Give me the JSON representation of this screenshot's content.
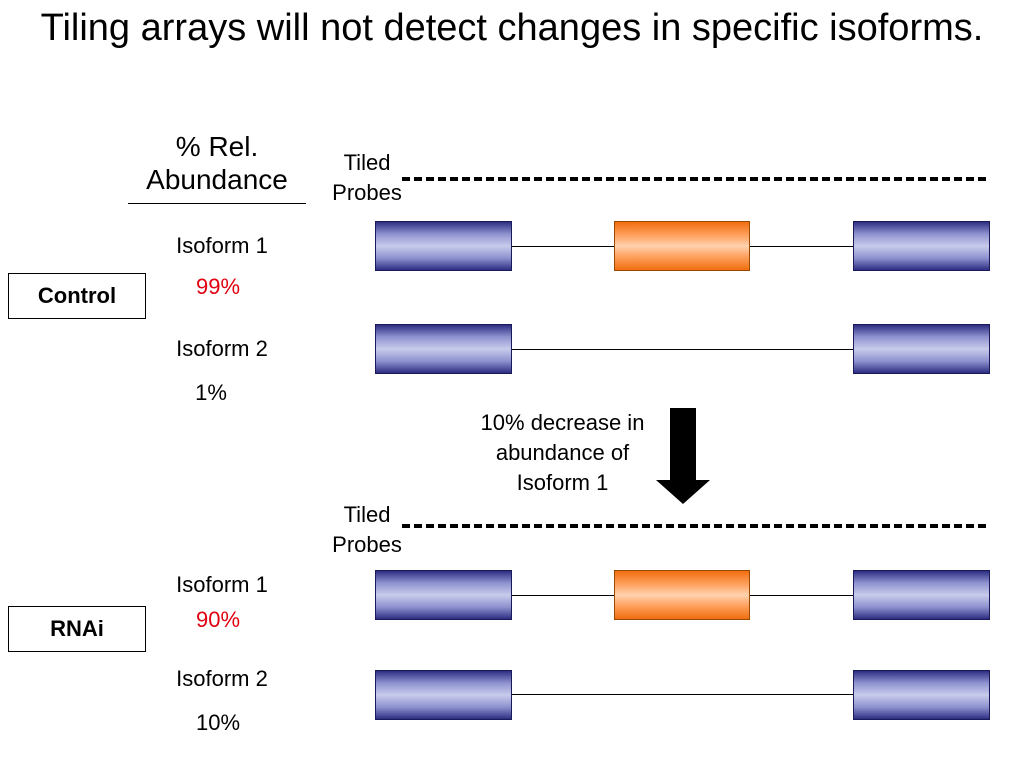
{
  "title": "Tiling arrays will not detect changes in specific isoforms.",
  "rel_abundance_header": "% Rel. Abundance",
  "tiled_probes_label": "Tiled Probes",
  "annotation": "10% decrease in abundance of Isoform 1",
  "groups": [
    {
      "label": "Control",
      "isoforms": [
        {
          "name": "Isoform 1",
          "percent": "99%",
          "highlight": true
        },
        {
          "name": "Isoform 2",
          "percent": "1%",
          "highlight": false
        }
      ]
    },
    {
      "label": "RNAi",
      "isoforms": [
        {
          "name": "Isoform 1",
          "percent": "90%",
          "highlight": true
        },
        {
          "name": "Isoform 2",
          "percent": "10%",
          "highlight": false
        }
      ]
    }
  ],
  "colors": {
    "constitutive_exon": "#2e2e82",
    "alternative_exon": "#f06e10",
    "highlight_percent": "#e0000f"
  }
}
